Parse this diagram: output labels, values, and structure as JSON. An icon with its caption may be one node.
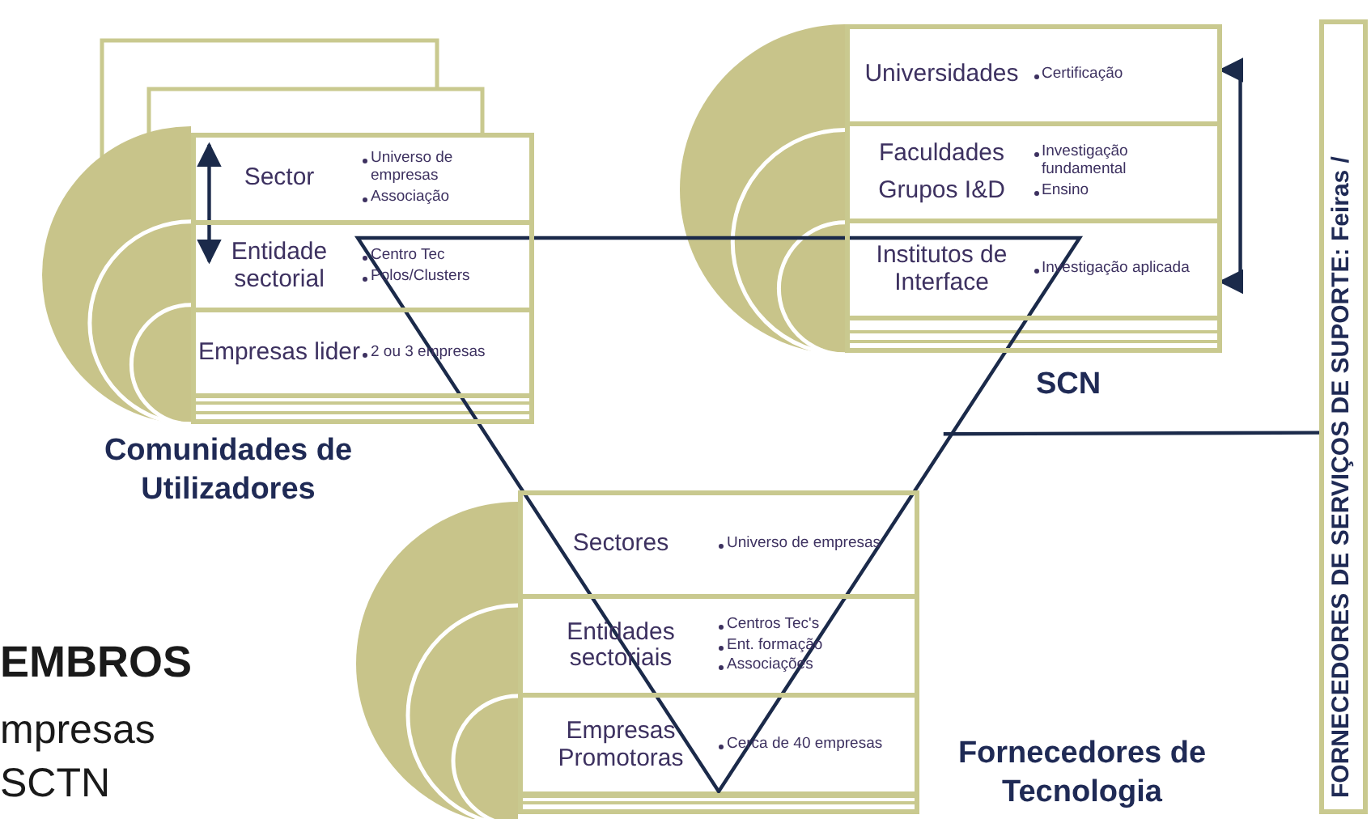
{
  "diagram": {
    "nodes": [
      {
        "text": [
          "Comunidades de Utilizadores"
        ]
      },
      {
        "text": [
          "Sector",
          "Universo de empresas",
          "Associação"
        ],
        "in": 0
      },
      {
        "text": [
          "Entidade sectorial",
          "Centro Tec",
          "Polos/Clusters"
        ],
        "in": 0
      },
      {
        "text": [
          "Empresas lider",
          "2 ou 3 empresas"
        ],
        "in": 0
      },
      {
        "text": [
          "SCN"
        ]
      },
      {
        "text": [
          "Universidades",
          "Certificação"
        ],
        "in": 4
      },
      {
        "text": [
          "Faculdades",
          "Grupos I&D",
          "Investigação fundamental",
          "Ensino"
        ],
        "in": 4
      },
      {
        "text": [
          "Institutos de Interface",
          "Investigação aplicada"
        ],
        "in": 4
      },
      {
        "text": [
          "Fornecedores de Tecnologia"
        ]
      },
      {
        "text": [
          "Sectores",
          "Universo de empresas"
        ],
        "in": 8
      },
      {
        "text": [
          "Entidades sectoriais",
          "Centros Tec's",
          "Ent. formação",
          "Associações"
        ],
        "in": 8
      },
      {
        "text": [
          "Empresas Promotoras",
          "Cerca de 40 empresas"
        ],
        "in": 8
      },
      {
        "text": [
          "FORNECEDORES DE SERVIÇOS DE SUPORTE: Feiras /"
        ]
      },
      {
        "text": [],
        "shape": "triangle"
      }
    ],
    "edges": [
      {
        "from": 1,
        "to": 2,
        "arrow": "both"
      },
      {
        "from": 5,
        "to": 7,
        "arrow": "both"
      },
      {
        "from": 13,
        "to": 12,
        "arrow": "none"
      }
    ],
    "labels": [
      "EMBROS",
      "mpresas",
      "SCTN"
    ]
  }
}
